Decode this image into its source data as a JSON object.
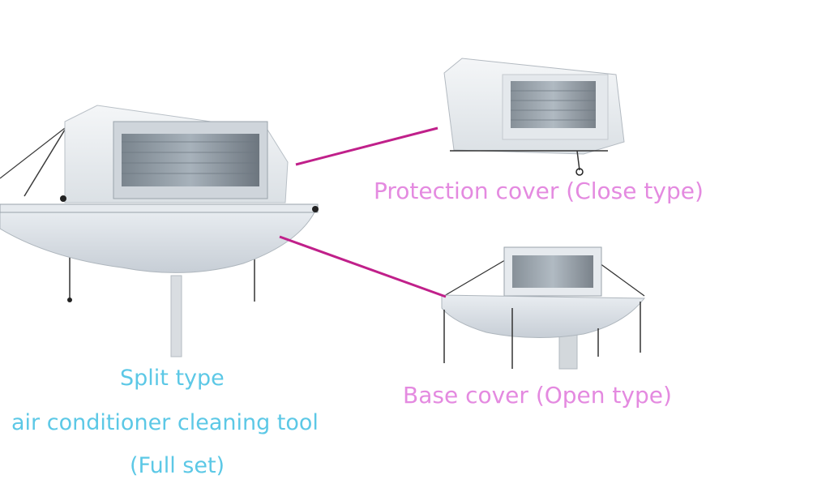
{
  "labels": {
    "split_line1": "Split type",
    "split_line2": "air conditioner cleaning tool",
    "split_line3": "(Full set)",
    "protection": "Protection cover (Close type)",
    "base": "Base cover (Open type)"
  },
  "colors": {
    "connector": "#c0208a",
    "label_blue": "#5cc8e6",
    "label_pink": "#e48ae0"
  }
}
